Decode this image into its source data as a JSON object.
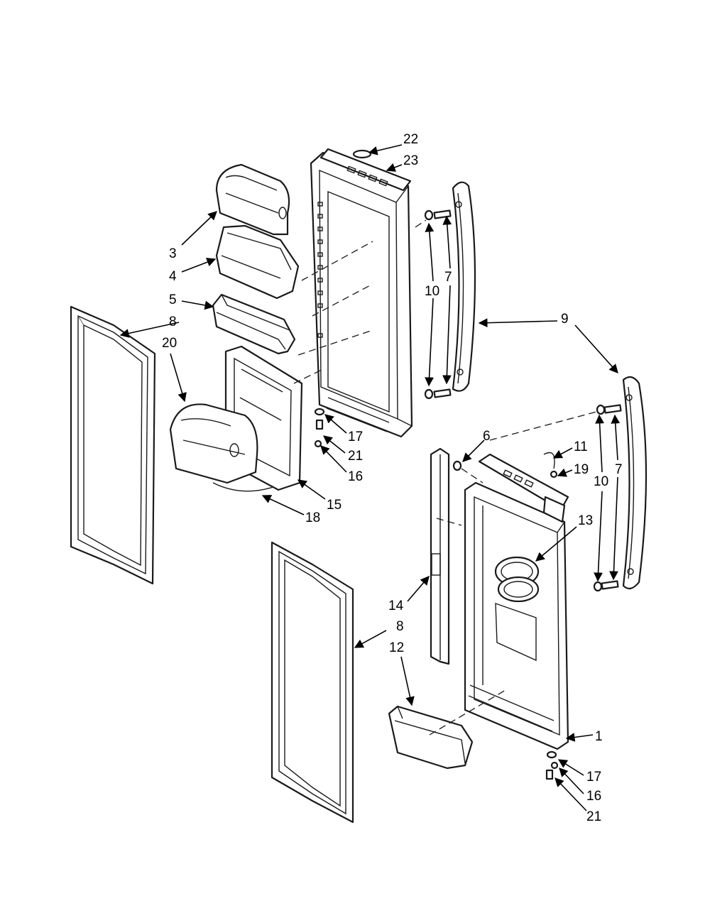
{
  "callouts": [
    {
      "id": "c22",
      "label": "22"
    },
    {
      "id": "c23",
      "label": "23"
    },
    {
      "id": "c3",
      "label": "3"
    },
    {
      "id": "c4",
      "label": "4"
    },
    {
      "id": "c5",
      "label": "5"
    },
    {
      "id": "c8a",
      "label": "8"
    },
    {
      "id": "c20",
      "label": "20"
    },
    {
      "id": "c10a",
      "label": "10"
    },
    {
      "id": "c7a",
      "label": "7"
    },
    {
      "id": "c9",
      "label": "9"
    },
    {
      "id": "c17a",
      "label": "17"
    },
    {
      "id": "c21a",
      "label": "21"
    },
    {
      "id": "c16a",
      "label": "16"
    },
    {
      "id": "c15",
      "label": "15"
    },
    {
      "id": "c18",
      "label": "18"
    },
    {
      "id": "c6",
      "label": "6"
    },
    {
      "id": "c11",
      "label": "11"
    },
    {
      "id": "c19",
      "label": "19"
    },
    {
      "id": "c10b",
      "label": "10"
    },
    {
      "id": "c7b",
      "label": "7"
    },
    {
      "id": "c13",
      "label": "13"
    },
    {
      "id": "c14",
      "label": "14"
    },
    {
      "id": "c8b",
      "label": "8"
    },
    {
      "id": "c12",
      "label": "12"
    },
    {
      "id": "c1",
      "label": "1"
    },
    {
      "id": "c17b",
      "label": "17"
    },
    {
      "id": "c16b",
      "label": "16"
    },
    {
      "id": "c21b",
      "label": "21"
    }
  ]
}
